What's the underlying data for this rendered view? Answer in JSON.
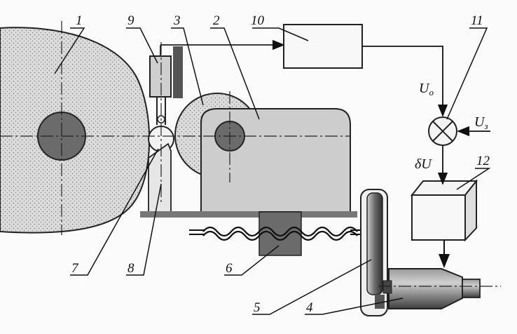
{
  "labels": {
    "n1": "1",
    "n2": "2",
    "n3": "3",
    "n4": "4",
    "n5": "5",
    "n6": "6",
    "n7": "7",
    "n8": "8",
    "n9": "9",
    "n10": "10",
    "n11": "11",
    "n12": "12"
  },
  "signals": {
    "u0_main": "U",
    "u0_sub": "o",
    "uz_main": "U",
    "uz_sub": "з",
    "du": "δU"
  },
  "colors": {
    "dotted_fill": "#d9d9d9",
    "dark_fill": "#6e6e6e",
    "body_fill": "#c8c8c8",
    "line": "#111111"
  }
}
